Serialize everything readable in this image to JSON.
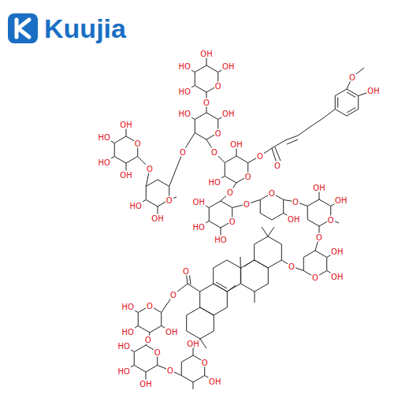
{
  "diagram": {
    "labels": [
      "Kuujia",
      "O",
      "OH",
      "OH",
      "HO",
      "HO",
      "O",
      "O",
      "OH",
      "HO",
      "O",
      "O",
      "O",
      "OH",
      "HO",
      "HO",
      "OH",
      "O",
      "O",
      "OH",
      "HO",
      "O",
      "HO",
      "OH",
      "O",
      "O",
      "O",
      "OH",
      "O",
      "O",
      "OH",
      "HO",
      "HO",
      "O",
      "O",
      "OH",
      "O",
      "O",
      "OH",
      "OH",
      "O",
      "O",
      "OH",
      "OH",
      "O",
      "O",
      "O",
      "O",
      "HO",
      "HO",
      "OH",
      "O",
      "O",
      "HO",
      "HO",
      "OH",
      "O",
      "O",
      "OH",
      "OH"
    ]
  }
}
